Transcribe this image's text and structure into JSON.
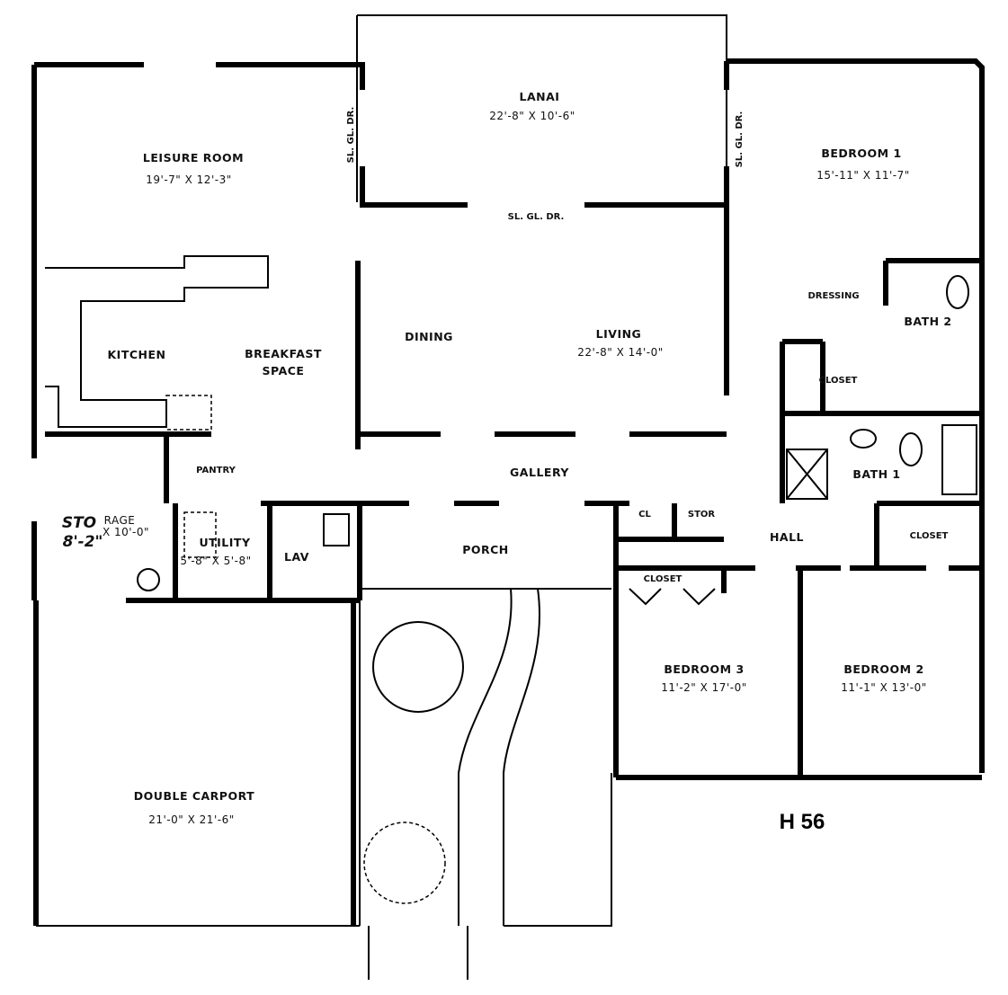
{
  "plan_id": "H 56",
  "rooms": {
    "lanai": {
      "name": "LANAI",
      "dims": "22'-8\" X 10'-6\""
    },
    "leisure_room": {
      "name": "LEISURE ROOM",
      "dims": "19'-7\" X 12'-3\""
    },
    "bedroom_1": {
      "name": "BEDROOM 1",
      "dims": "15'-11\" X 11'-7\""
    },
    "kitchen": {
      "name": "KITCHEN"
    },
    "breakfast": {
      "name_line1": "BREAKFAST",
      "name_line2": "SPACE"
    },
    "dining": {
      "name": "DINING"
    },
    "living": {
      "name": "LIVING",
      "dims": "22'-8\" X 14'-0\""
    },
    "dressing": {
      "name": "DRESSING"
    },
    "bath_2": {
      "name": "BATH 2"
    },
    "closet_bath": {
      "name": "CLOSET"
    },
    "bath_1": {
      "name": "BATH 1"
    },
    "gallery": {
      "name": "GALLERY"
    },
    "pantry": {
      "name": "PANTRY"
    },
    "storage": {
      "name": "RAGE",
      "handwritten": "STO",
      "dims": "X 10'-0\"",
      "handwritten_dims": "8'-2\""
    },
    "utility": {
      "name": "UTILITY",
      "dims": "5'-8\" X 5'-8\""
    },
    "lav": {
      "name": "LAV"
    },
    "porch": {
      "name": "PORCH"
    },
    "cl": {
      "name": "CL"
    },
    "stor": {
      "name": "STOR"
    },
    "closet_hall": {
      "name": "CLOSET"
    },
    "hall": {
      "name": "HALL"
    },
    "closet_bed2": {
      "name": "CLOSET"
    },
    "bedroom_3": {
      "name": "BEDROOM 3",
      "dims": "11'-2\" X 17'-0\""
    },
    "bedroom_2": {
      "name": "BEDROOM 2",
      "dims": "11'-1\" X 13'-0\""
    },
    "carport": {
      "name": "DOUBLE CARPORT",
      "dims": "21'-0\" X 21'-6\""
    }
  },
  "door_labels": {
    "leisure_slider": "SL. GL. DR.",
    "lanai_slider": "SL. GL. DR.",
    "bedroom_slider": "SL. GL. DR."
  }
}
